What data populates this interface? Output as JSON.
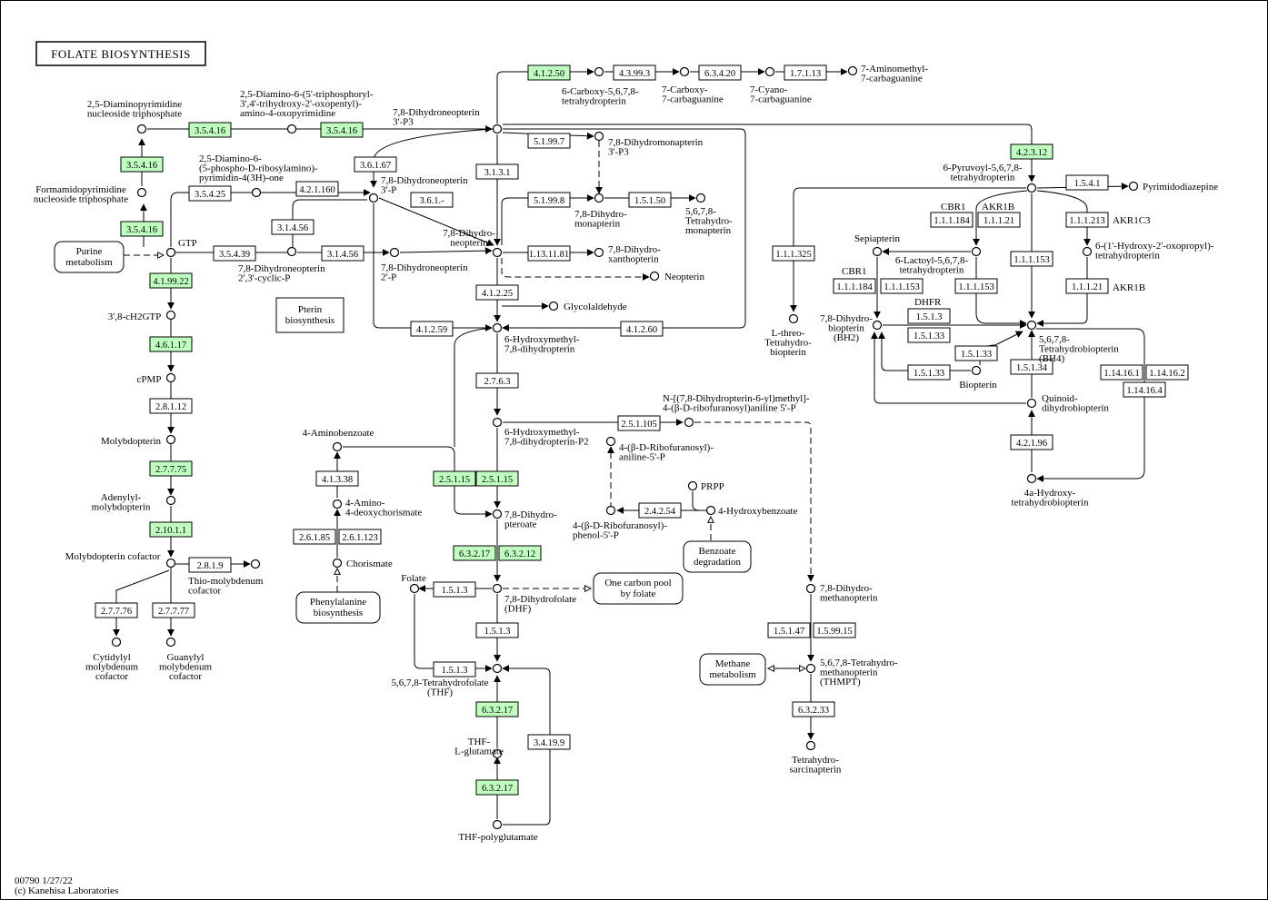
{
  "title": "FOLATE BIOSYNTHESIS",
  "footer": {
    "map_id": "00790 1/27/22",
    "copyright": "(c) Kanehisa Laboratories"
  },
  "colors": {
    "enzyme_present": "#bfffbf",
    "enzyme_absent": "#ffffff",
    "line": "#000000"
  },
  "enzymes": [
    {
      "id": "e1",
      "label": "3.5.4.16",
      "present": true
    },
    {
      "id": "e2",
      "label": "3.5.4.16",
      "present": true
    },
    {
      "id": "e3",
      "label": "3.5.4.16",
      "present": true
    },
    {
      "id": "e4",
      "label": "3.5.4.16",
      "present": true
    },
    {
      "id": "e5",
      "label": "3.5.4.25",
      "present": false
    },
    {
      "id": "e6",
      "label": "4.2.1.160",
      "present": false
    },
    {
      "id": "e7",
      "label": "3.1.4.56",
      "present": false
    },
    {
      "id": "e8",
      "label": "3.5.4.39",
      "present": false
    },
    {
      "id": "e9",
      "label": "3.1.4.56",
      "present": false
    },
    {
      "id": "e10",
      "label": "4.1.99.22",
      "present": true
    },
    {
      "id": "e11",
      "label": "4.6.1.17",
      "present": true
    },
    {
      "id": "e12",
      "label": "2.8.1.12",
      "present": false
    },
    {
      "id": "e13",
      "label": "2.7.7.75",
      "present": true
    },
    {
      "id": "e14",
      "label": "2.10.1.1",
      "present": true
    },
    {
      "id": "e15",
      "label": "2.8.1.9",
      "present": false
    },
    {
      "id": "e16",
      "label": "2.7.7.76",
      "present": false
    },
    {
      "id": "e17",
      "label": "2.7.7.77",
      "present": false
    },
    {
      "id": "e18",
      "label": "3.6.1.67",
      "present": false
    },
    {
      "id": "e19",
      "label": "3.6.1.-",
      "present": false
    },
    {
      "id": "e20",
      "label": "3.1.3.1",
      "present": false
    },
    {
      "id": "e21",
      "label": "5.1.99.7",
      "present": false
    },
    {
      "id": "e22",
      "label": "5.1.99.8",
      "present": false
    },
    {
      "id": "e23",
      "label": "1.5.1.50",
      "present": false
    },
    {
      "id": "e24",
      "label": "1.13.11.81",
      "present": false
    },
    {
      "id": "e25",
      "label": "4.1.2.25",
      "present": false
    },
    {
      "id": "e26",
      "label": "4.1.2.59",
      "present": false
    },
    {
      "id": "e27",
      "label": "4.1.2.60",
      "present": false
    },
    {
      "id": "e28",
      "label": "4.1.2.50",
      "present": true
    },
    {
      "id": "e29",
      "label": "4.3.99.3",
      "present": false
    },
    {
      "id": "e30",
      "label": "6.3.4.20",
      "present": false
    },
    {
      "id": "e31",
      "label": "1.7.1.13",
      "present": false
    },
    {
      "id": "e32",
      "label": "2.7.6.3",
      "present": false
    },
    {
      "id": "e33",
      "label": "2.5.1.105",
      "present": false
    },
    {
      "id": "e34",
      "label": "2.5.1.15",
      "present": true
    },
    {
      "id": "e35",
      "label": "2.5.1.15",
      "present": true
    },
    {
      "id": "e36",
      "label": "4.1.3.38",
      "present": false
    },
    {
      "id": "e37",
      "label": "2.6.1.85",
      "present": false
    },
    {
      "id": "e38",
      "label": "2.6.1.123",
      "present": false
    },
    {
      "id": "e39",
      "label": "2.4.2.54",
      "present": false
    },
    {
      "id": "e40",
      "label": "6.3.2.17",
      "present": true
    },
    {
      "id": "e41",
      "label": "6.3.2.12",
      "present": true
    },
    {
      "id": "e42",
      "label": "1.5.1.3",
      "present": false
    },
    {
      "id": "e43",
      "label": "1.5.1.3",
      "present": false
    },
    {
      "id": "e44",
      "label": "1.5.1.3",
      "present": false
    },
    {
      "id": "e45",
      "label": "6.3.2.17",
      "present": true
    },
    {
      "id": "e46",
      "label": "6.3.2.17",
      "present": true
    },
    {
      "id": "e47",
      "label": "3.4.19.9",
      "present": false
    },
    {
      "id": "e48",
      "label": "1.5.1.47",
      "present": false
    },
    {
      "id": "e49",
      "label": "1.5.99.15",
      "present": false
    },
    {
      "id": "e50",
      "label": "6.3.2.33",
      "present": false
    },
    {
      "id": "e51",
      "label": "4.2.3.12",
      "present": true
    },
    {
      "id": "e52",
      "label": "1.5.4.1",
      "present": false
    },
    {
      "id": "e53",
      "label": "1.1.1.184",
      "present": false
    },
    {
      "id": "e54",
      "label": "1.1.1.21",
      "present": false
    },
    {
      "id": "e55",
      "label": "1.1.1.213",
      "present": false
    },
    {
      "id": "e56",
      "label": "1.1.1.325",
      "present": false
    },
    {
      "id": "e57",
      "label": "1.1.1.184",
      "present": false
    },
    {
      "id": "e58",
      "label": "1.1.1.153",
      "present": false
    },
    {
      "id": "e59",
      "label": "1.1.1.153",
      "present": false
    },
    {
      "id": "e60",
      "label": "1.1.1.153",
      "present": false
    },
    {
      "id": "e61",
      "label": "1.1.1.21",
      "present": false
    },
    {
      "id": "e62",
      "label": "1.5.1.3",
      "present": false
    },
    {
      "id": "e63",
      "label": "1.5.1.33",
      "present": false
    },
    {
      "id": "e64",
      "label": "1.5.1.33",
      "present": false
    },
    {
      "id": "e65",
      "label": "1.5.1.33",
      "present": false
    },
    {
      "id": "e66",
      "label": "1.5.1.34",
      "present": false
    },
    {
      "id": "e67",
      "label": "1.14.16.1",
      "present": false
    },
    {
      "id": "e68",
      "label": "1.14.16.2",
      "present": false
    },
    {
      "id": "e69",
      "label": "1.14.16.4",
      "present": false
    },
    {
      "id": "e70",
      "label": "4.2.1.96",
      "present": false
    }
  ],
  "gene_labels": [
    "CBR1",
    "AKR1B",
    "AKR1C3",
    "CBR1",
    "DHFR",
    "AKR1B"
  ],
  "maps": [
    {
      "id": "m1",
      "lines": [
        "Purine",
        "metabolism"
      ]
    },
    {
      "id": "m2",
      "lines": [
        "Pterin",
        "biosynthesis"
      ]
    },
    {
      "id": "m3",
      "lines": [
        "Phenylalanine",
        "biosynthesis"
      ]
    },
    {
      "id": "m4",
      "lines": [
        "Benzoate",
        "degradation"
      ]
    },
    {
      "id": "m5",
      "lines": [
        "One carbon pool",
        "by folate"
      ]
    },
    {
      "id": "m6",
      "lines": [
        "Methane",
        "metabolism"
      ]
    }
  ],
  "compounds": [
    {
      "id": "c1",
      "lines": [
        "2,5-Diaminopyrimidine",
        "nucleoside triphosphate"
      ]
    },
    {
      "id": "c2",
      "lines": [
        "Formamidopyrimidine",
        "nucleoside triphosphate"
      ]
    },
    {
      "id": "c3",
      "lines": [
        "GTP"
      ]
    },
    {
      "id": "c4",
      "lines": [
        "3',8-cH2GTP"
      ]
    },
    {
      "id": "c5",
      "lines": [
        "cPMP"
      ]
    },
    {
      "id": "c6",
      "lines": [
        "Molybdopterin"
      ]
    },
    {
      "id": "c7",
      "lines": [
        "Adenylyl-",
        "molybdopterin"
      ]
    },
    {
      "id": "c8",
      "lines": [
        "Molybdopterin cofactor"
      ]
    },
    {
      "id": "c9",
      "lines": [
        "Thio-molybdenum",
        "cofactor"
      ]
    },
    {
      "id": "c10",
      "lines": [
        "Cytidylyl",
        "molybdenum",
        "cofactor"
      ]
    },
    {
      "id": "c11",
      "lines": [
        "Guanylyl",
        "molybdenum",
        "cofactor"
      ]
    },
    {
      "id": "c12",
      "lines": [
        "2,5-Diamino-6-(5'-triphosphoryl-",
        "3',4'-trihydroxy-2'-oxopentyl)-",
        "amino-4-oxopyrimidine"
      ]
    },
    {
      "id": "c13",
      "lines": [
        "2,5-Diamino-6-",
        "(5-phospho-D-ribosylamino)-",
        "pyrimidin-4(3H)-one"
      ]
    },
    {
      "id": "c14",
      "lines": [
        "7,8-Dihydroneopterin",
        "2',3'-cyclic-P"
      ]
    },
    {
      "id": "c15",
      "lines": [
        "7,8-Dihydroneopterin",
        "3'-P"
      ]
    },
    {
      "id": "c16",
      "lines": [
        "7,8-Dihydroneopterin",
        "2'-P"
      ]
    },
    {
      "id": "c17",
      "lines": [
        "7,8-Dihydroneopterin",
        "3'-P3"
      ]
    },
    {
      "id": "c18",
      "lines": [
        "7,8-Dihydromonapterin",
        "3'-P3"
      ]
    },
    {
      "id": "c19",
      "lines": [
        "7,8-Dihydro-",
        "monapterin"
      ]
    },
    {
      "id": "c20",
      "lines": [
        "5,6,7,8-",
        "Tetrahydro-",
        "monapterin"
      ]
    },
    {
      "id": "c21",
      "lines": [
        "7,8-Dihydro-",
        "neopterin"
      ]
    },
    {
      "id": "c22",
      "lines": [
        "7,8-Dihydro-",
        "xanthopterin"
      ]
    },
    {
      "id": "c23",
      "lines": [
        "Neopterin"
      ]
    },
    {
      "id": "c24",
      "lines": [
        "Glycolaldehyde"
      ]
    },
    {
      "id": "c25",
      "lines": [
        "6-Hydroxymethyl-",
        "7,8-dihydropterin"
      ]
    },
    {
      "id": "c26",
      "lines": [
        "6-Carboxy-5,6,7,8-",
        "tetrahydropterin"
      ]
    },
    {
      "id": "c27",
      "lines": [
        "7-Carboxy-",
        "7-carbaguanine"
      ]
    },
    {
      "id": "c28",
      "lines": [
        "7-Cyano-",
        "7-carbaguanine"
      ]
    },
    {
      "id": "c29",
      "lines": [
        "7-Aminomethyl-",
        "7-carbaguanine"
      ]
    },
    {
      "id": "c30",
      "lines": [
        "6-Hydroxymethyl-",
        "7,8-dihydropterin-P2"
      ]
    },
    {
      "id": "c31",
      "lines": [
        "N-[(7,8-Dihydropterin-6-yl)methyl]-",
        "4-(β-D-ribofuranosyl)aniline 5'-P"
      ]
    },
    {
      "id": "c32",
      "lines": [
        "4-(β-D-Ribofuranosyl)-",
        "aniline-5'-P"
      ]
    },
    {
      "id": "c33",
      "lines": [
        "PRPP"
      ]
    },
    {
      "id": "c34",
      "lines": [
        "4-Hydroxybenzoate"
      ]
    },
    {
      "id": "c35",
      "lines": [
        "4-(β-D-Ribofuranosyl)-",
        "phenol-5'-P"
      ]
    },
    {
      "id": "c36",
      "lines": [
        "4-Aminobenzoate"
      ]
    },
    {
      "id": "c37",
      "lines": [
        "4-Amino-",
        "4-deoxychorismate"
      ]
    },
    {
      "id": "c38",
      "lines": [
        "Chorismate"
      ]
    },
    {
      "id": "c39",
      "lines": [
        "7,8-Dihydro-",
        "pteroate"
      ]
    },
    {
      "id": "c40",
      "lines": [
        "Folate"
      ]
    },
    {
      "id": "c41",
      "lines": [
        "7,8-Dihydrofolate",
        "(DHF)"
      ]
    },
    {
      "id": "c42",
      "lines": [
        "5,6,7,8-Tetrahydrofolate",
        "(THF)"
      ]
    },
    {
      "id": "c43",
      "lines": [
        "THF-",
        "L-glutamate"
      ]
    },
    {
      "id": "c44",
      "lines": [
        "THF-polyglutamate"
      ]
    },
    {
      "id": "c45",
      "lines": [
        "7,8-Dihydro-",
        "methanopterin"
      ]
    },
    {
      "id": "c46",
      "lines": [
        "5,6,7,8-Tetrahydro-",
        "methanopterin",
        "(THMPT)"
      ]
    },
    {
      "id": "c47",
      "lines": [
        "Tetrahydro-",
        "sarcinapterin"
      ]
    },
    {
      "id": "c48",
      "lines": [
        "6-Pyruvoyl-5,6,7,8-",
        "tetrahydropterin"
      ]
    },
    {
      "id": "c49",
      "lines": [
        "Pyrimidodiazepine"
      ]
    },
    {
      "id": "c50",
      "lines": [
        "6-(1'-Hydroxy-2'-oxopropyl)-",
        "tetrahydropterin"
      ]
    },
    {
      "id": "c51",
      "lines": [
        "Sepiapterin"
      ]
    },
    {
      "id": "c52",
      "lines": [
        "6-Lactoyl-5,6,7,8-",
        "tetrahydropterin"
      ]
    },
    {
      "id": "c53",
      "lines": [
        "L-threo-",
        "Tetrahydro-",
        "biopterin"
      ]
    },
    {
      "id": "c54",
      "lines": [
        "7,8-Dihydro-",
        "biopterin",
        "(BH2)"
      ]
    },
    {
      "id": "c55",
      "lines": [
        "Biopterin"
      ]
    },
    {
      "id": "c56",
      "lines": [
        "5,6,7,8-",
        "Tetrahydrobiopterin",
        "(BH4)"
      ]
    },
    {
      "id": "c57",
      "lines": [
        "Quinoid-",
        "dihydrobiopterin"
      ]
    },
    {
      "id": "c58",
      "lines": [
        "4a-Hydroxy-",
        "tetrahydrobiopterin"
      ]
    }
  ]
}
